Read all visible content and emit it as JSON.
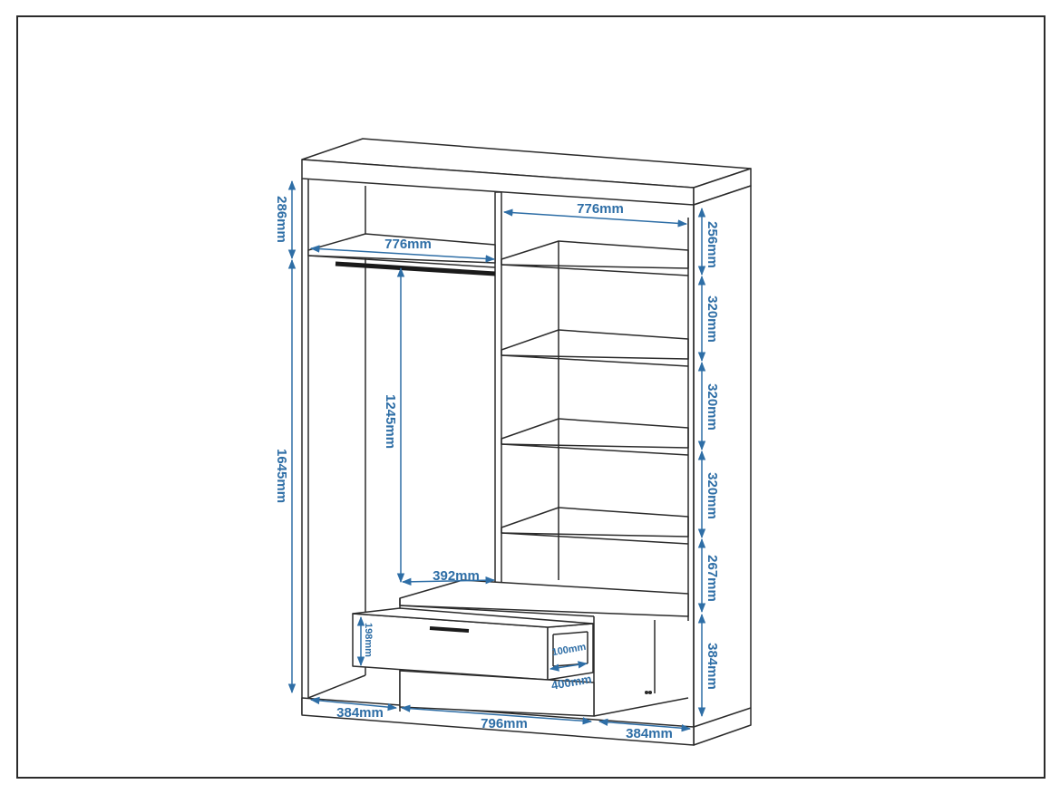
{
  "colors": {
    "outline": "#2b2b2b",
    "dimension": "#2e6ea6",
    "background": "#ffffff"
  },
  "dimensions": {
    "top_compartment_height": "286mm",
    "left_section_height": "1645mm",
    "hanging_height": "1245mm",
    "left_shelf_width": "776mm",
    "right_shelf_width": "776mm",
    "right_shelf_1": "256mm",
    "right_shelf_2": "320mm",
    "right_shelf_3": "320mm",
    "right_shelf_4": "320mm",
    "right_shelf_5": "267mm",
    "right_bottom": "384mm",
    "inner_depth": "392mm",
    "drawer_height": "198mm",
    "drawer_inner_height": "100mm",
    "drawer_depth": "400mm",
    "bottom_left": "384mm",
    "bottom_middle": "796mm",
    "bottom_right": "384mm"
  }
}
